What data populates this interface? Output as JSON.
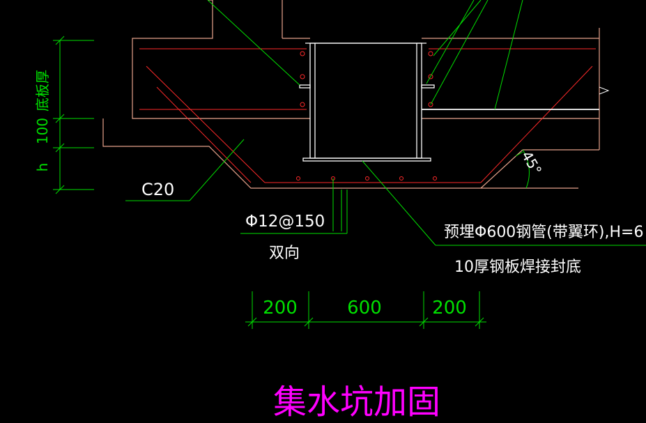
{
  "colors": {
    "background": "#000000",
    "outline": "#e8a38c",
    "rebar": "#ff2a2a",
    "leader": "#00e000",
    "dimension": "#00e000",
    "steel": "#ffffff",
    "title": "#ff00ff",
    "text": "#ffffff"
  },
  "dimensions_vertical": {
    "slab_label": "底板厚",
    "label_100": "100",
    "label_h": "h"
  },
  "labels": {
    "concrete_grade": "C20",
    "rebar_spec": "Φ12@150",
    "rebar_direction": "双向",
    "pipe_note": "预埋Φ600钢管(带翼环),H=6",
    "plate_note": "10厚钢板焊接封底",
    "angle": "45°"
  },
  "dimensions_horizontal": [
    "200",
    "600",
    "200"
  ],
  "title": "集水坑加固"
}
